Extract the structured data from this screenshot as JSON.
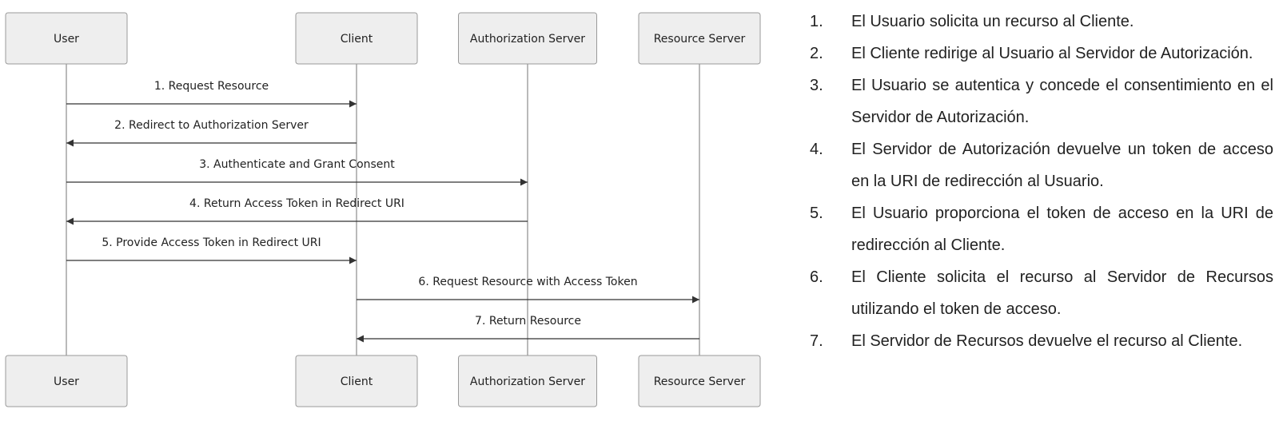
{
  "participants": [
    {
      "id": "user",
      "label": "User"
    },
    {
      "id": "client",
      "label": "Client"
    },
    {
      "id": "auth",
      "label": "Authorization Server"
    },
    {
      "id": "resource",
      "label": "Resource Server"
    }
  ],
  "messages": [
    {
      "from": "user",
      "to": "client",
      "label": "1. Request Resource"
    },
    {
      "from": "client",
      "to": "user",
      "label": "2. Redirect to Authorization Server"
    },
    {
      "from": "user",
      "to": "auth",
      "label": "3. Authenticate and Grant Consent"
    },
    {
      "from": "auth",
      "to": "user",
      "label": "4. Return Access Token in Redirect URI"
    },
    {
      "from": "user",
      "to": "client",
      "label": "5. Provide Access Token in Redirect URI"
    },
    {
      "from": "client",
      "to": "resource",
      "label": "6. Request Resource with Access Token"
    },
    {
      "from": "resource",
      "to": "client",
      "label": "7. Return Resource"
    }
  ],
  "steps": [
    {
      "num": "1.",
      "text": "El Usuario solicita un recurso al Cliente."
    },
    {
      "num": "2.",
      "text": "El Cliente redirige al Usuario al Servidor de Autorización."
    },
    {
      "num": "3.",
      "text": "El Usuario se autentica y concede el consentimiento en el Servidor de Autorización."
    },
    {
      "num": "4.",
      "text": "El Servidor de Autorización devuelve un token de acceso en la URI de redirección al Usuario."
    },
    {
      "num": "5.",
      "text": "El Usuario proporciona el token de acceso en la URI de redirección al Cliente."
    },
    {
      "num": "6.",
      "text": "El Cliente solicita el recurso al Servidor de Recursos utilizando el token de acceso."
    },
    {
      "num": "7.",
      "text": "El Servidor de Recursos devuelve el recurso al Cliente."
    }
  ]
}
